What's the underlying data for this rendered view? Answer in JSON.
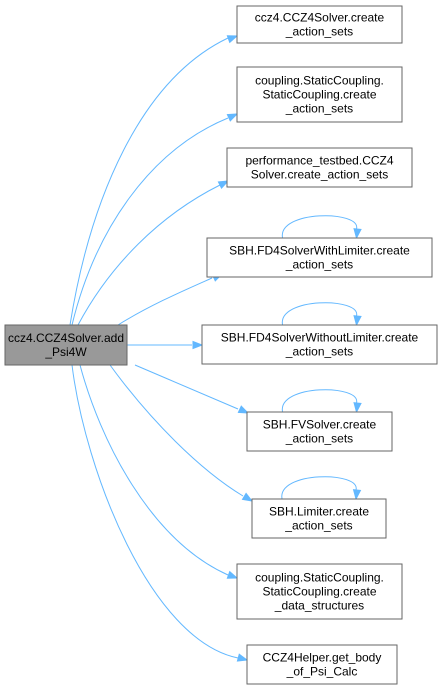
{
  "colors": {
    "edge": "#63b8ff",
    "node_border": "#666666",
    "node_fill": "#ffffff",
    "root_fill": "#999999",
    "text": "#000000"
  },
  "root": {
    "lines": [
      "ccz4.CCZ4Solver.add",
      "_Psi4W"
    ]
  },
  "callees": [
    {
      "lines": [
        "ccz4.CCZ4Solver.create",
        "_action_sets"
      ],
      "self_loop": false
    },
    {
      "lines": [
        "coupling.StaticCoupling.",
        "StaticCoupling.create",
        "_action_sets"
      ],
      "self_loop": false
    },
    {
      "lines": [
        "performance_testbed.CCZ4",
        "Solver.create_action_sets"
      ],
      "self_loop": false
    },
    {
      "lines": [
        "SBH.FD4SolverWithLimiter.create",
        "_action_sets"
      ],
      "self_loop": true
    },
    {
      "lines": [
        "SBH.FD4SolverWithoutLimiter.create",
        "_action_sets"
      ],
      "self_loop": true
    },
    {
      "lines": [
        "SBH.FVSolver.create",
        "_action_sets"
      ],
      "self_loop": true
    },
    {
      "lines": [
        "SBH.Limiter.create",
        "_action_sets"
      ],
      "self_loop": true
    },
    {
      "lines": [
        "coupling.StaticCoupling.",
        "StaticCoupling.create",
        "_data_structures"
      ],
      "self_loop": false
    },
    {
      "lines": [
        "CCZ4Helper.get_body",
        "_of_Psi_Calc"
      ],
      "self_loop": false
    }
  ]
}
